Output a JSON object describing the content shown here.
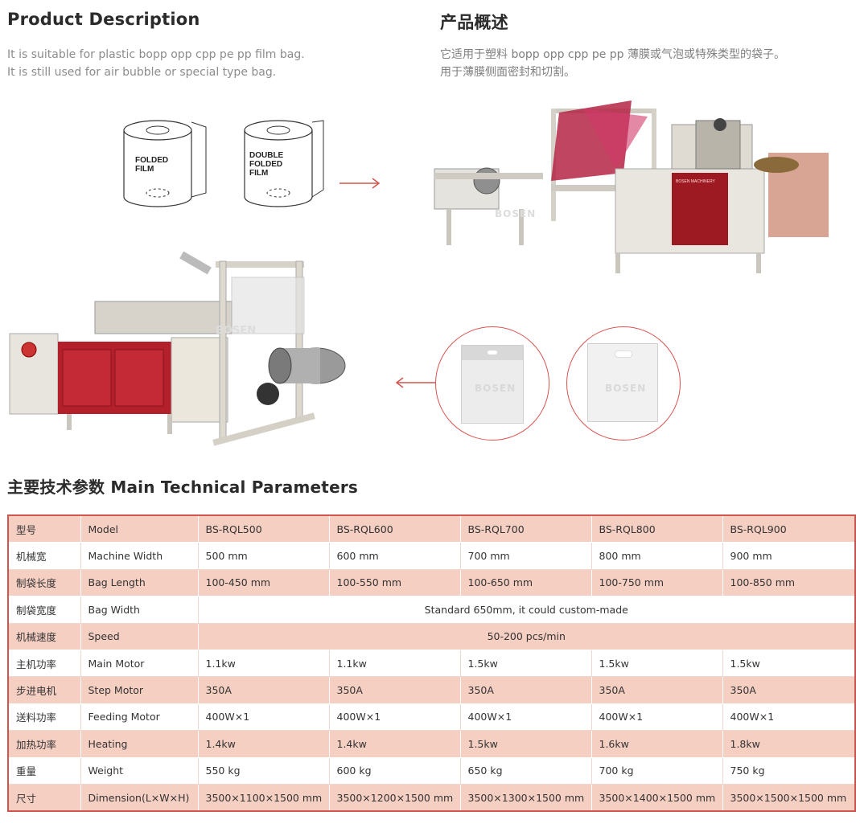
{
  "left": {
    "heading": "Product Description",
    "lines": [
      "It is suitable for plastic bopp opp cpp pe pp film bag.",
      "It is still used for air bubble or special type bag."
    ]
  },
  "right": {
    "heading": "产品概述",
    "lines": [
      "它适用于塑料 bopp opp cpp pe pp 薄膜或气泡或特殊类型的袋子。",
      "用于薄膜侧面密封和切割。"
    ]
  },
  "illustrations": {
    "roll1": [
      "FOLDED",
      "FILM"
    ],
    "roll2": [
      "DOUBLE",
      "FOLDED",
      "FILM"
    ],
    "machine_plate": "BOSEN MACHINERY",
    "watermark": "BOSEN"
  },
  "colors": {
    "accent": "#d1554f",
    "row_pink": "#f6cfc3",
    "machine_red": "#b5202a",
    "machine_cream": "#ece8de"
  },
  "params": {
    "heading": "主要技术参数 Main Technical Parameters",
    "rows": [
      {
        "cn": "型号",
        "en": "Model",
        "vals": [
          "BS-RQL500",
          "BS-RQL600",
          "BS-RQL700",
          "BS-RQL800",
          "BS-RQL900"
        ]
      },
      {
        "cn": "机械宽",
        "en": "Machine Width",
        "vals": [
          "500 mm",
          "600 mm",
          "700 mm",
          "800 mm",
          "900 mm"
        ]
      },
      {
        "cn": "制袋长度",
        "en": "Bag Length",
        "vals": [
          "100-450 mm",
          "100-550 mm",
          "100-650 mm",
          "100-750 mm",
          "100-850 mm"
        ]
      },
      {
        "cn": "制袋宽度",
        "en": "Bag Width",
        "span": "Standard 650mm, it could custom-made"
      },
      {
        "cn": "机械速度",
        "en": "Speed",
        "span": "50-200 pcs/min"
      },
      {
        "cn": "主机功率",
        "en": "Main Motor",
        "vals": [
          "1.1kw",
          "1.1kw",
          "1.5kw",
          "1.5kw",
          "1.5kw"
        ]
      },
      {
        "cn": "步进电机",
        "en": "Step Motor",
        "vals": [
          "350A",
          "350A",
          "350A",
          "350A",
          "350A"
        ]
      },
      {
        "cn": "送料功率",
        "en": "Feeding Motor",
        "vals": [
          "400W×1",
          "400W×1",
          "400W×1",
          "400W×1",
          "400W×1"
        ]
      },
      {
        "cn": "加热功率",
        "en": "Heating",
        "vals": [
          "1.4kw",
          "1.4kw",
          "1.5kw",
          "1.6kw",
          "1.8kw"
        ]
      },
      {
        "cn": "重量",
        "en": "Weight",
        "vals": [
          "550  kg",
          "600 kg",
          "650 kg",
          "700 kg",
          "750 kg"
        ]
      },
      {
        "cn": "尺寸",
        "en": "Dimension(L×W×H)",
        "vals": [
          "3500×1100×1500 mm",
          "3500×1200×1500 mm",
          "3500×1300×1500 mm",
          "3500×1400×1500 mm",
          "3500×1500×1500 mm"
        ]
      }
    ]
  }
}
